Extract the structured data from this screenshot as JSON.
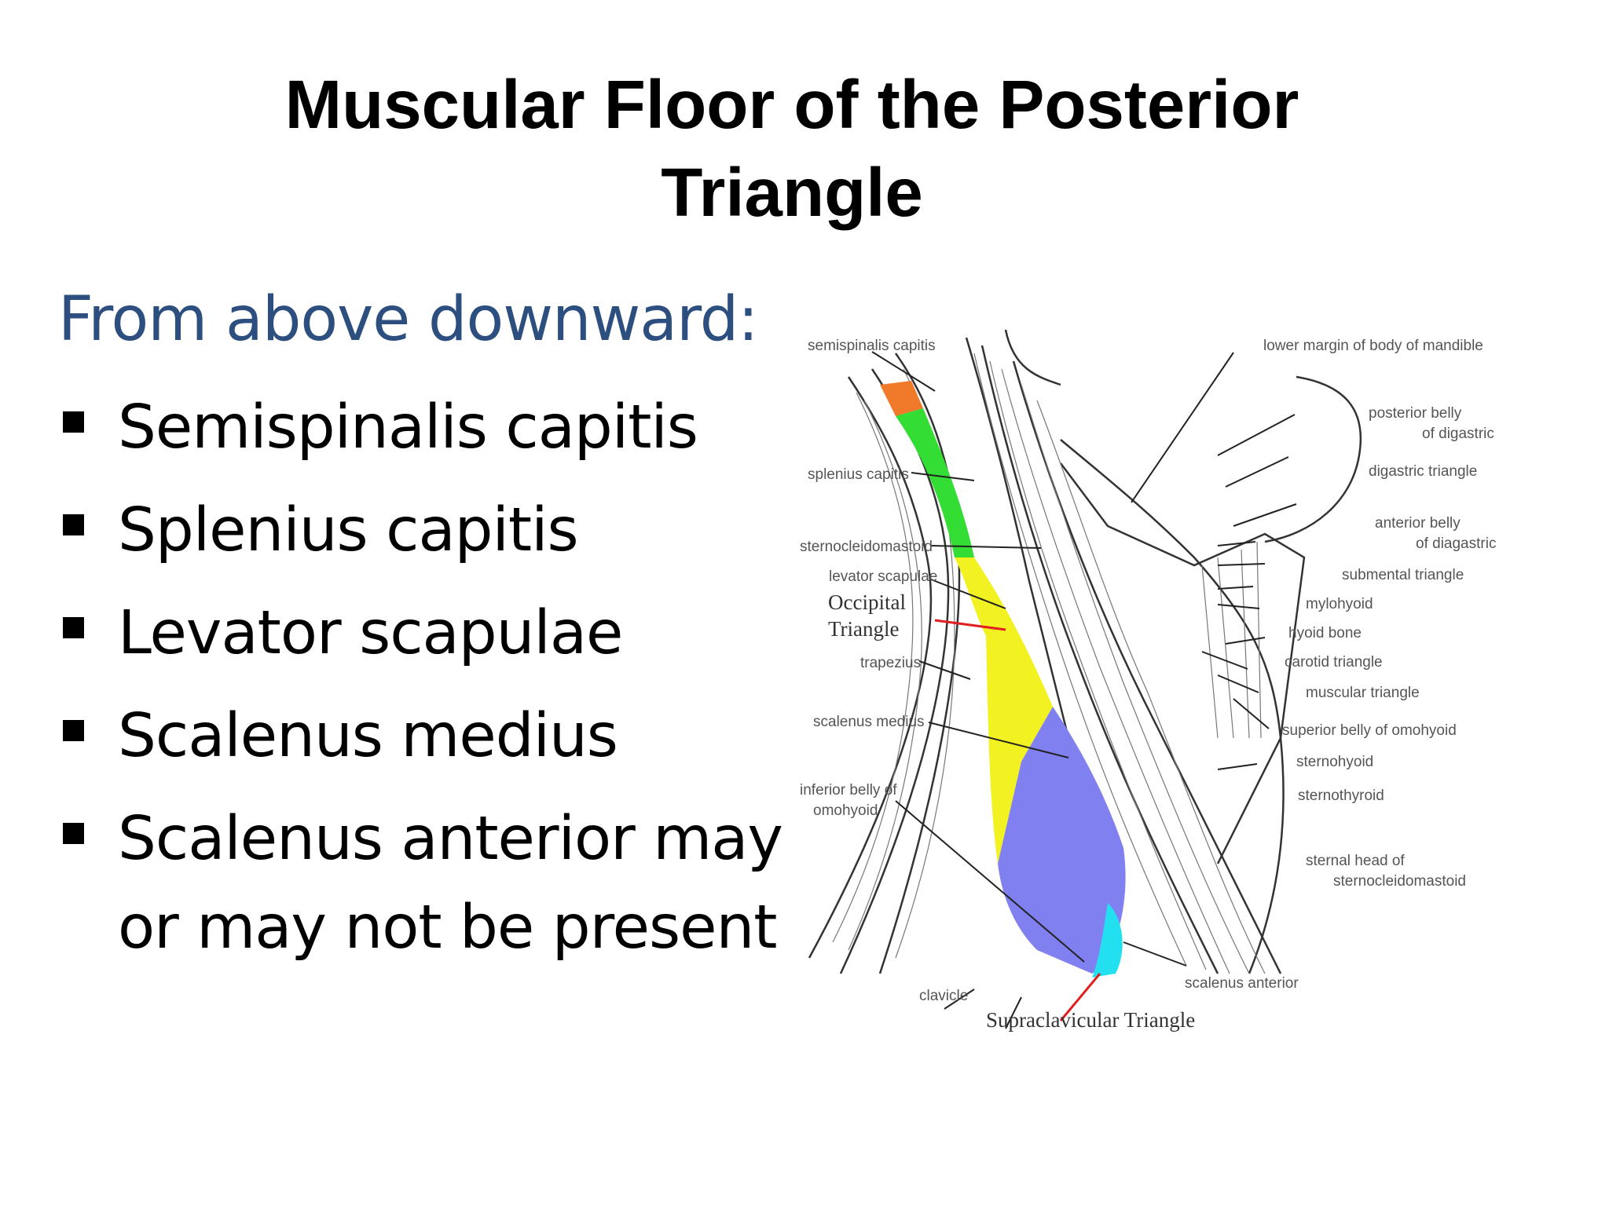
{
  "title": {
    "line1": "Muscular Floor of the Posterior",
    "line2": "Triangle"
  },
  "intro": "From above downward:",
  "bullets": [
    {
      "text": "Semispinalis capitis"
    },
    {
      "text": "Splenius capitis"
    },
    {
      "text": "Levator scapulae"
    },
    {
      "text": "Scalenus medius"
    },
    {
      "text": "Scalenus anterior may",
      "text2": "or may not be present"
    }
  ],
  "figure": {
    "labels_left": {
      "semispinalis": "semispinalis capitis",
      "splenius": "splenius capitis",
      "scm": "sternocleidomastoid",
      "levator": "levator scapulae",
      "occipital1": "Occipital",
      "occipital2": "Triangle",
      "trapezius": "trapezius",
      "scalenus_medius": "scalenus medius",
      "omo1": "inferior belly of",
      "omo2": "omohyoid",
      "clavicle": "clavicle",
      "supraclavicular": "Supraclavicular Triangle"
    },
    "labels_right": {
      "mandible": "lower margin of body of mandible",
      "post_belly1": "posterior belly",
      "post_belly2": "of digastric",
      "digastric_tri": "digastric triangle",
      "ant_belly1": "anterior belly",
      "ant_belly2": "of diagastric",
      "submental": "submental triangle",
      "mylohyoid": "mylohyoid",
      "hyoid": "hyoid bone",
      "carotid": "carotid triangle",
      "muscular": "muscular triangle",
      "sup_omo": "superior belly of omohyoid",
      "sternohyoid": "sternohyoid",
      "sternothyroid": "sternothyroid",
      "sternal1": "sternal head of",
      "sternal2": "sternocleidomastoid",
      "scalenus_anterior": "scalenus anterior"
    },
    "colors": {
      "semispinalis": "#f07a2a",
      "splenius": "#33dd33",
      "levator": "#f2f222",
      "scalenus_medius": "#8080f0",
      "scalenus_anterior": "#22e0f0",
      "pointer_red": "#e02020"
    }
  }
}
